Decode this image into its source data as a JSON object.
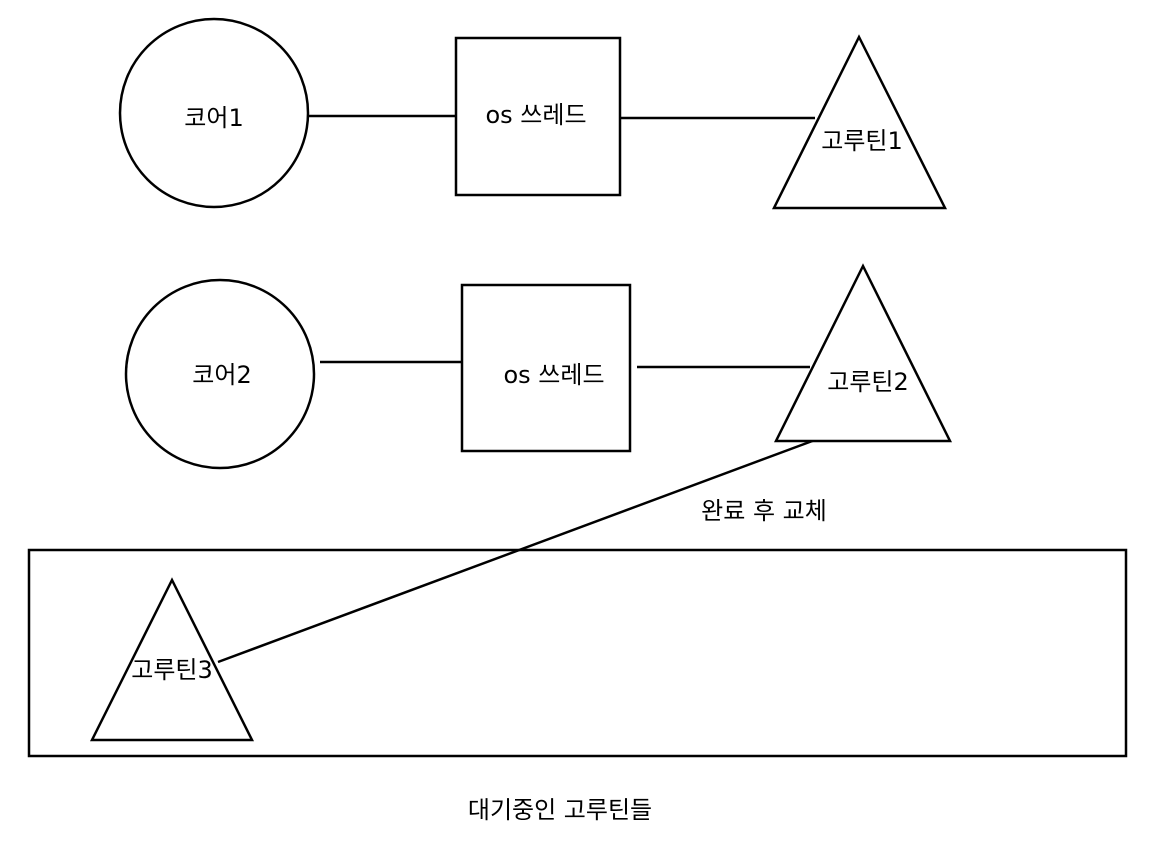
{
  "nodes": {
    "core1": "코어1",
    "thread1": "os 쓰레드",
    "coroutine1": "고루틴1",
    "core2": "코어2",
    "thread2": "os 쓰레드",
    "coroutine2": "고루틴2",
    "coroutine3": "고루틴3"
  },
  "edges": {
    "replace_label": "완료 후 교체"
  },
  "containers": {
    "waiting_label": "대기중인 고루틴들"
  }
}
